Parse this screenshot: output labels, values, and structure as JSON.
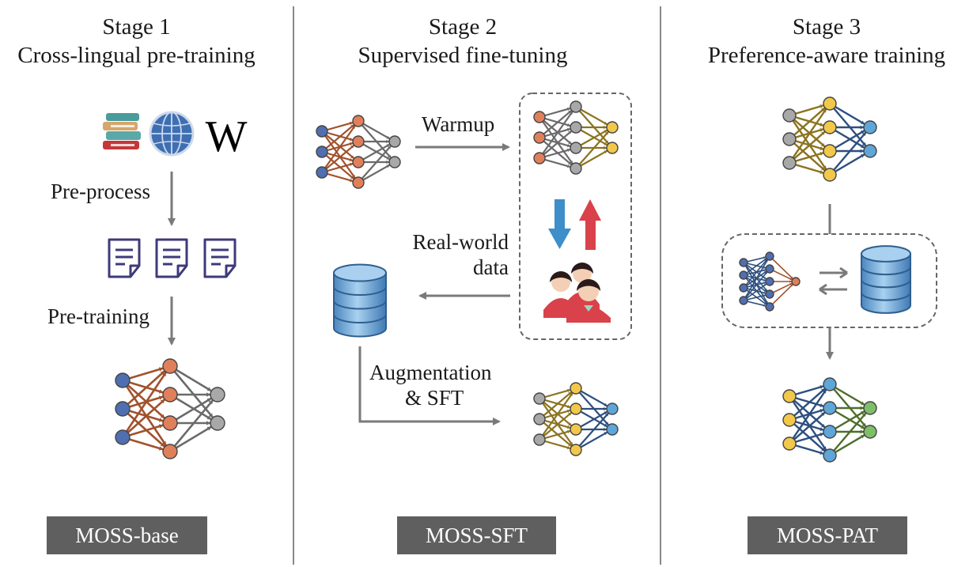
{
  "stages": [
    {
      "title": "Stage 1",
      "subtitle": "Cross-lingual pre-training",
      "model": "MOSS-base"
    },
    {
      "title": "Stage 2",
      "subtitle": "Supervised fine-tuning",
      "model": "MOSS-SFT"
    },
    {
      "title": "Stage 3",
      "subtitle": "Preference-aware training",
      "model": "MOSS-PAT"
    }
  ],
  "labels": {
    "preprocess": "Pre-process",
    "pretraining": "Pre-training",
    "warmup": "Warmup",
    "realworld_1": "Real-world",
    "realworld_2": "data",
    "augmentation_1": "Augmentation",
    "augmentation_2": "& SFT"
  },
  "icons": {
    "wiki": "W"
  },
  "colors": {
    "blue_node": "#4f6fb0",
    "orange_node": "#e0805a",
    "gray_node": "#a8a8a8",
    "yellow_node": "#f2c84b",
    "lightblue_node": "#5ea6d8",
    "green_node": "#7fbe68",
    "brown_edge": "#a0522d",
    "gray_edge": "#6a6a6a",
    "olive_edge": "#8b7320",
    "navy_edge": "#2d4f7f",
    "green_edge": "#4d6e2a",
    "badge_bg": "#5f5f5f",
    "down_arrow": "#3d8ec9",
    "up_arrow": "#d9424a"
  }
}
